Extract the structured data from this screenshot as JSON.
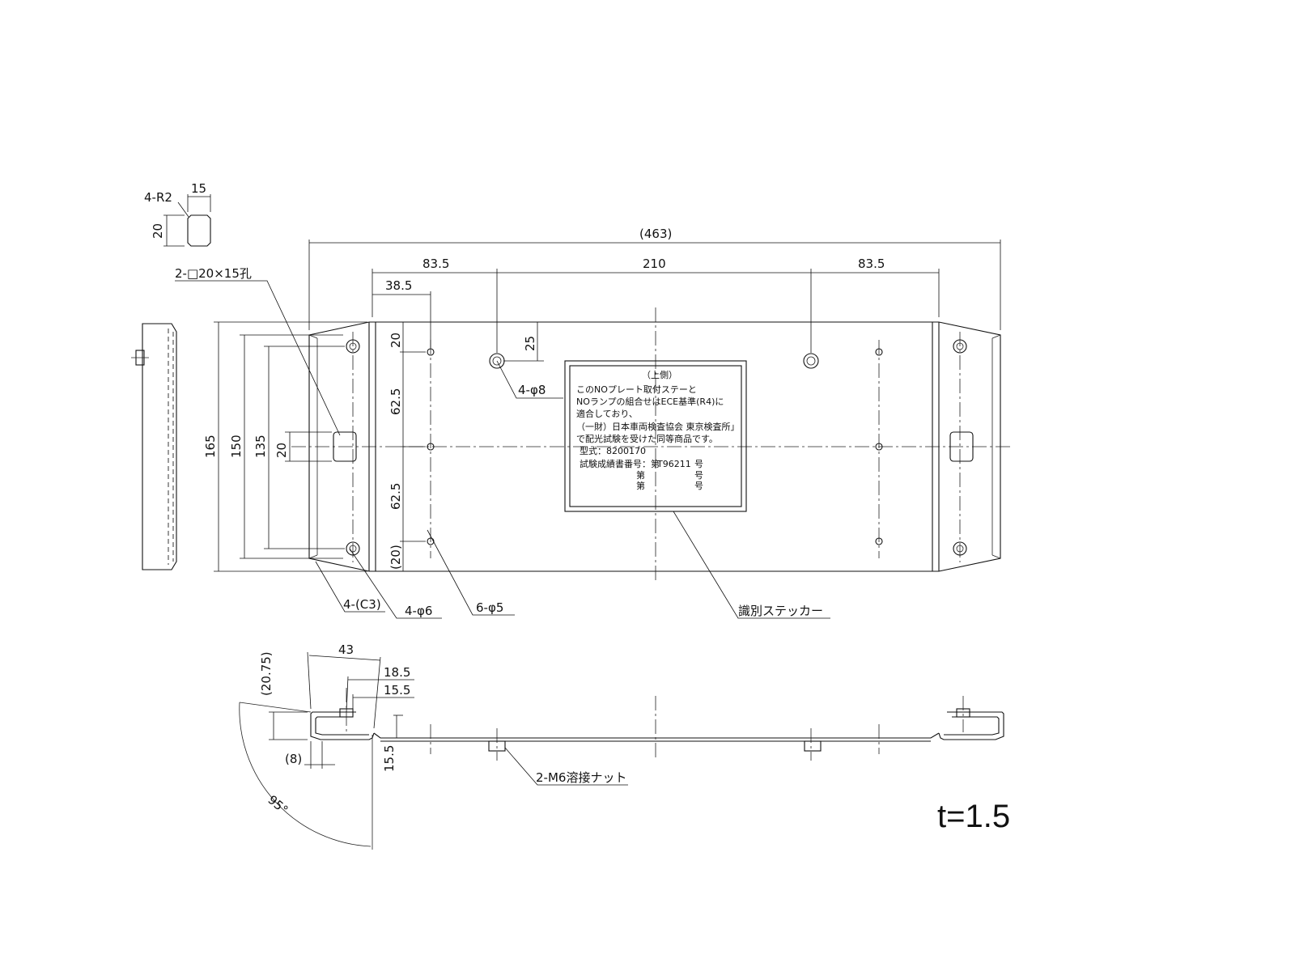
{
  "dimensions": {
    "overall_length": "(463)",
    "left_pitch": "83.5",
    "center_pitch": "210",
    "right_pitch": "83.5",
    "edge_to_hole": "38.5",
    "height_165": "165",
    "height_150": "150",
    "height_135": "135",
    "slot_height_20": "20",
    "top_offset_20": "20",
    "pitch_62_5_top": "62.5",
    "pitch_62_5_bottom": "62.5",
    "bottom_offset_20": "(20)",
    "offset_25": "25",
    "detail_width_15": "15",
    "detail_height_20": "20",
    "side_43": "43",
    "side_18_5": "18.5",
    "side_15_5_top": "15.5",
    "side_20_75": "(20.75)",
    "side_8": "(8)",
    "side_15_5_left": "15.5",
    "angle_95": "95°"
  },
  "callouts": {
    "corner_radius": "4-R2",
    "square_holes": "2-□20×15孔",
    "hole_phi8": "4-φ8",
    "hole_phi6": "4-φ6",
    "hole_phi5": "6-φ5",
    "chamfer": "4-(C3)",
    "sticker": "識別ステッカー",
    "weld_nut": "2-M6溶接ナット"
  },
  "sticker_label": {
    "header": "（上側）",
    "line1": "このNOプレート取付ステーと",
    "line2": "NOランプの組合せはECE基準(R4)に",
    "line3": "適合しており、",
    "line4": "（一財）日本車両検査協会 東京検査所」",
    "line5": "で配光試験を受けた同等商品です。",
    "model": "型式：8200170",
    "cert_label": "試験成績書番号：第",
    "cert_no": "T96211",
    "suffix": "号",
    "row2_prefix": "第",
    "row2_suffix": "号",
    "row3_prefix": "第",
    "row3_suffix": "号"
  },
  "thickness_note": "t=1.5"
}
